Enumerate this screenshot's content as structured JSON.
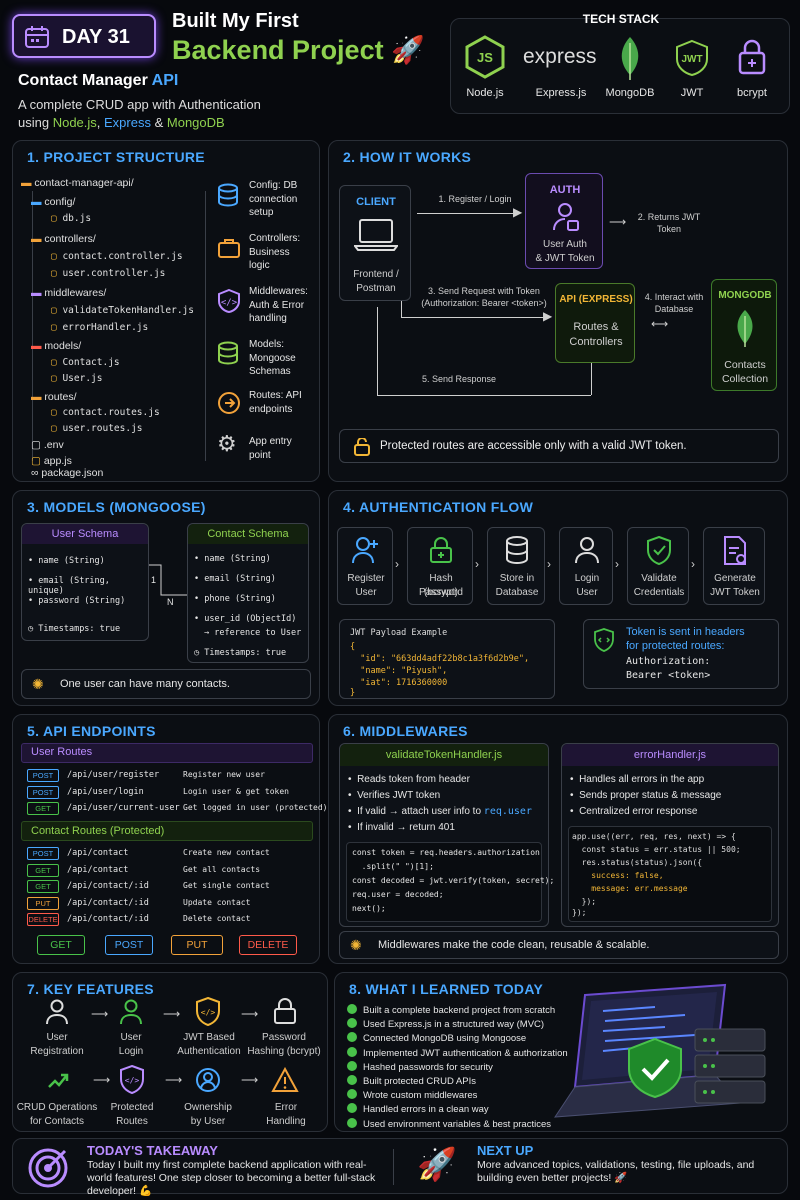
{
  "header": {
    "day_badge": "DAY 31",
    "title_line1": "Built My First",
    "title_line2": "Backend Project 🚀",
    "subtitle_prefix": "Contact Manager ",
    "subtitle_accent": "API",
    "desc1": "A complete CRUD app with Authentication",
    "desc2_a": "using ",
    "desc2_node": "Node.js",
    "desc2_sep1": ", ",
    "desc2_express": "Express",
    "desc2_sep2": " & ",
    "desc2_mongo": "MongoDB",
    "tech_stack_title": "TECH STACK",
    "tech_stack": [
      "Node.js",
      "Express.js",
      "MongoDB",
      "JWT",
      "bcrypt"
    ],
    "express_logo": "express",
    "jwt_logo": "JWT",
    "js_logo": "JS"
  },
  "s1": {
    "title": "1. PROJECT STRUCTURE",
    "tree": [
      "contact-manager-api/",
      "config/",
      "db.js",
      "controllers/",
      "contact.controller.js",
      "user.controller.js",
      "middlewares/",
      "validateTokenHandler.js",
      "errorHandler.js",
      "models/",
      "Contact.js",
      "User.js",
      "routes/",
      "contact.routes.js",
      "user.routes.js",
      ".env",
      "app.js",
      "package.json"
    ],
    "notes": [
      "Config: DB\nconnection\nsetup",
      "Controllers:\nBusiness\nlogic",
      "Middlewares:\nAuth & Error\nhandling",
      "Models:\nMongoose\nSchemas",
      "Routes: API\nendpoints",
      "App entry\npoint"
    ]
  },
  "s2": {
    "title": "2. HOW IT WORKS",
    "client_title": "CLIENT",
    "client_label": "Frontend /\nPostman",
    "auth_title": "AUTH",
    "auth_label": "User Auth\n& JWT Token",
    "api_title": "API (EXPRESS)",
    "api_label": "Routes &\nControllers",
    "mongo_title": "MONGODB",
    "mongo_label": "Contacts\nCollection",
    "step1": "1. Register / Login",
    "step2": "2. Returns JWT\nToken",
    "step3": "3. Send Request with Token\n(Authorization: Bearer <token>)",
    "step4": "4. Interact with\nDatabase",
    "step5": "5. Send Response",
    "note": "Protected routes are accessible only with a valid JWT token."
  },
  "s3": {
    "title": "3. MODELS (MONGOOSE)",
    "user_schema_title": "User Schema",
    "user_fields": [
      "name (String)",
      "email (String, unique)",
      "password (String)"
    ],
    "user_ts": "Timestamps: true",
    "contact_schema_title": "Contact Schema",
    "contact_fields": [
      "name (String)",
      "email (String)",
      "phone (String)",
      "user_id (ObjectId)"
    ],
    "contact_ref": "→ reference to User",
    "contact_ts": "Timestamps: true",
    "rel_one": "1",
    "rel_many": "N",
    "note": "One user can have many contacts."
  },
  "s4": {
    "title": "4. AUTHENTICATION FLOW",
    "steps": [
      "Register\nUser",
      "Hash Password",
      "Store in\nDatabase",
      "Login\nUser",
      "Validate\nCredentials",
      "Generate\nJWT Token"
    ],
    "bcrypt": "(bcrypt)",
    "payload_title": "JWT Payload Example",
    "payload_lines": [
      "{",
      "  \"id\": \"663dd4adf22b8c1a3f6d2b9e\",",
      "  \"name\": \"Piyush\",",
      "  \"iat\": 1716360000",
      "}"
    ],
    "token_note1": "Token is sent in headers",
    "token_note2": "for protected routes:",
    "token_note3": "Authorization:",
    "token_note4": "Bearer <token>"
  },
  "s5": {
    "title": "5. API ENDPOINTS",
    "user_routes_title": "User Routes",
    "user_routes": [
      {
        "method": "POST",
        "path": "/api/user/register",
        "desc": "Register new user"
      },
      {
        "method": "POST",
        "path": "/api/user/login",
        "desc": "Login user & get token"
      },
      {
        "method": "GET",
        "path": "/api/user/current-user",
        "desc": "Get logged in user (protected)"
      }
    ],
    "contact_routes_title": "Contact Routes (Protected)",
    "contact_routes": [
      {
        "method": "POST",
        "path": "/api/contact",
        "desc": "Create new contact"
      },
      {
        "method": "GET",
        "path": "/api/contact",
        "desc": "Get all contacts"
      },
      {
        "method": "GET",
        "path": "/api/contact/:id",
        "desc": "Get single contact"
      },
      {
        "method": "PUT",
        "path": "/api/contact/:id",
        "desc": "Update contact"
      },
      {
        "method": "DELETE",
        "path": "/api/contact/:id",
        "desc": "Delete contact"
      }
    ],
    "legend": [
      "GET",
      "POST",
      "PUT",
      "DELETE"
    ]
  },
  "s6": {
    "title": "6. MIDDLEWARES",
    "vth_title": "validateTokenHandler.js",
    "vth_points": [
      "Reads token from header",
      "Verifies JWT token",
      "If valid → attach user info to ",
      "If invalid → return 401"
    ],
    "vth_req_user": "req.user",
    "vth_code": [
      "const token = req.headers.authorization",
      "  .split(\" \")[1];",
      "const decoded = jwt.verify(token, secret);",
      "req.user = decoded;",
      "next();"
    ],
    "eh_title": "errorHandler.js",
    "eh_points": [
      "Handles all errors in the app",
      "Sends proper status & message",
      "Centralized error response"
    ],
    "eh_code": [
      "app.use((err, req, res, next) => {",
      "  const status = err.status || 500;",
      "  res.status(status).json({",
      "    success: false,",
      "    message: err.message",
      "  });",
      "});"
    ],
    "note": "Middlewares make the code clean, reusable & scalable."
  },
  "s7": {
    "title": "7. KEY FEATURES",
    "row1": [
      "User\nRegistration",
      "User\nLogin",
      "JWT Based\nAuthentication",
      "Password\nHashing (bcrypt)"
    ],
    "row2": [
      "CRUD Operations\nfor Contacts",
      "Protected\nRoutes",
      "Ownership\nby User",
      "Error\nHandling"
    ]
  },
  "s8": {
    "title": "8. WHAT I LEARNED TODAY",
    "items": [
      "Built a complete backend project from scratch",
      "Used Express.js in a structured way (MVC)",
      "Connected MongoDB using Mongoose",
      "Implemented JWT authentication & authorization",
      "Hashed passwords for security",
      "Built protected CRUD APIs",
      "Wrote custom middlewares",
      "Handled errors in a clean way",
      "Used environment variables & best practices"
    ]
  },
  "footer": {
    "takeaway_title": "TODAY'S TAKEAWAY",
    "takeaway_text": "Today I built my first complete backend application with real-world features! One step closer to becoming a better full-stack developer! 💪",
    "next_title": "NEXT UP",
    "next_text": "More advanced topics, validations, testing, file uploads, and building even better projects! 🚀"
  },
  "colors": {
    "bg": "#07090d",
    "green": "#8fd14f",
    "blue": "#4aa8ff",
    "purple": "#b98cff",
    "yellow": "#f2b636",
    "red": "#ff5a4a"
  }
}
